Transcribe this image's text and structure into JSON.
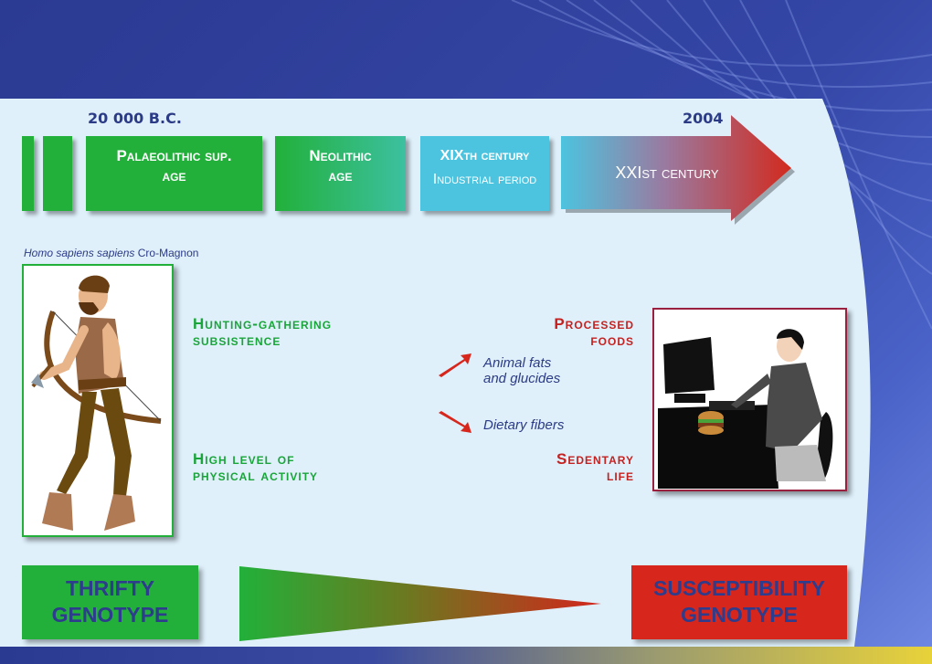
{
  "timeline": {
    "start_year": "20 000 B.C.",
    "end_year": "2004",
    "eras": [
      {
        "line1": "Palaeolithic sup.",
        "line2": "age"
      },
      {
        "line1": "Neolithic",
        "line2": "age"
      },
      {
        "line1": "XIXth century",
        "line2": "Industrial period"
      },
      {
        "line1": "XXIst century"
      }
    ]
  },
  "hunter": {
    "caption_italic": "Homo sapiens sapiens",
    "caption_rest": " Cro-Magnon"
  },
  "left_labels": {
    "hunting": [
      "Hunting-gathering",
      "subsistence"
    ],
    "activity": [
      "High level of",
      "physical activity"
    ]
  },
  "right_labels": {
    "processed": [
      "Processed",
      "foods"
    ],
    "sedentary": [
      "Sedentary",
      "life"
    ]
  },
  "changes": {
    "up": [
      "Animal fats",
      "and glucides"
    ],
    "down": "Dietary fibers"
  },
  "genotypes": {
    "thrifty": [
      "THRIFTY",
      "GENOTYPE"
    ],
    "susceptibility": [
      "SUSCEPTIBILITY",
      "GENOTYPE"
    ]
  },
  "colors": {
    "green": "#1aa53a",
    "red": "#c42220",
    "cyan": "#4cc4df",
    "navy": "#2c3b86"
  }
}
